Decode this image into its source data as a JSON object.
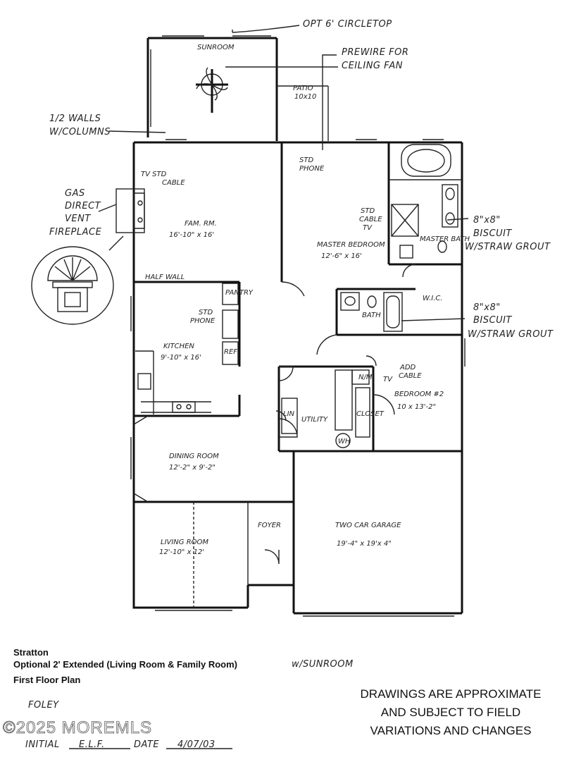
{
  "annotations": {
    "circletop": "OPT 6' CIRCLETOP",
    "ceiling_fan_1": "PREWIRE FOR",
    "ceiling_fan_2": "CEILING FAN",
    "half_walls_1": "1/2 WALLS",
    "half_walls_2": "W/COLUMNS",
    "fireplace_1": "GAS",
    "fireplace_2": "DIRECT",
    "fireplace_3": "VENT",
    "fireplace_4": "FIREPLACE",
    "tile_1_size": "8\"x8\"",
    "tile_1_a": "BISCUIT",
    "tile_1_b": "W/STRAW GROUT",
    "tile_2_size": "8\"x8\"",
    "tile_2_a": "BISCUIT",
    "tile_2_b": "W/STRAW GROUT",
    "tv_std_cable_1": "TV  STD",
    "tv_std_cable_2": "CABLE",
    "std_phone_master_1": "STD",
    "std_phone_master_2": "PHONE",
    "std_cable_tv_1": "STD",
    "std_cable_tv_2": "CABLE",
    "std_cable_tv_3": "TV",
    "std_phone_kitchen_1": "STD",
    "std_phone_kitchen_2": "PHONE",
    "add_cable_1": "ADD",
    "add_cable_2": "CABLE",
    "tv_bedroom": "TV",
    "half_wall": "HALF WALL"
  },
  "rooms": {
    "sunroom": "SUNROOM",
    "patio_name": "PATIO",
    "patio_size": "10x10",
    "fam_rm": "FAM. RM.",
    "fam_rm_size": "16'-10\" x 16'",
    "master_bedroom": "MASTER BEDROOM",
    "master_bedroom_size": "12'-6\" x 16'",
    "master_bath": "MASTER BATH",
    "wic": "W.I.C.",
    "bath": "BATH",
    "kitchen": "KITCHEN",
    "kitchen_size": "9'-10\" x 16'",
    "pantry": "PANTRY",
    "ref": "REF",
    "utility": "UTILITY",
    "lin": "LIN",
    "closet": "CLOSET",
    "wh": "WH",
    "nm": "N/M",
    "bedroom2": "BEDROOM #2",
    "bedroom2_size": "10 x 13'-2\"",
    "dining_room": "DINING ROOM",
    "dining_room_size": "12'-2\" x 9'-2\"",
    "living_room": "LIVING ROOM",
    "living_room_size": "12'-10\" x 12'",
    "foyer": "FOYER",
    "garage": "TWO CAR GARAGE",
    "garage_size": "19'-4\" x 19'x 4\""
  },
  "caption": {
    "model": "Stratton",
    "option_printed": "Optional 2' Extended (Living Room & Family Room)",
    "option_handwritten": "w/SUNROOM",
    "floor": "First Floor Plan"
  },
  "signature": {
    "name": "FOLEY",
    "initial_label": "INITIAL",
    "initials": "E.L.F.",
    "date_label": "DATE",
    "date": "4/07/03"
  },
  "disclaimer": {
    "line1": "DRAWINGS ARE APPROXIMATE",
    "line2": "AND SUBJECT TO FIELD",
    "line3": "VARIATIONS AND CHANGES"
  },
  "watermark": "©2025 MOREMLS"
}
